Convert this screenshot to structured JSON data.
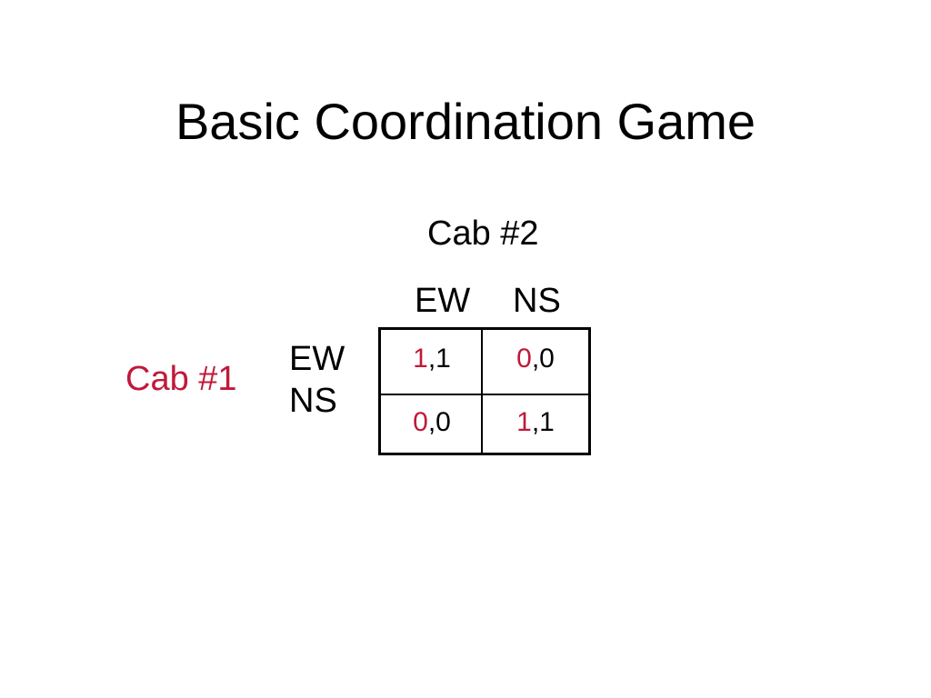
{
  "slide": {
    "title": "Basic Coordination Game",
    "player2": {
      "label": "Cab #2",
      "strategies": [
        "EW",
        "NS"
      ]
    },
    "player1": {
      "label": "Cab #1",
      "strategies": [
        "EW",
        "NS"
      ]
    },
    "payoffs": [
      [
        {
          "p1": "1",
          "sep": ",",
          "p2": "1"
        },
        {
          "p1": "0",
          "sep": ",",
          "p2": "0"
        }
      ],
      [
        {
          "p1": "0",
          "sep": ",",
          "p2": "0"
        },
        {
          "p1": "1",
          "sep": ",",
          "p2": "1"
        }
      ]
    ]
  },
  "colors": {
    "player1": "#c0193a",
    "text": "#000000",
    "background": "#ffffff"
  }
}
